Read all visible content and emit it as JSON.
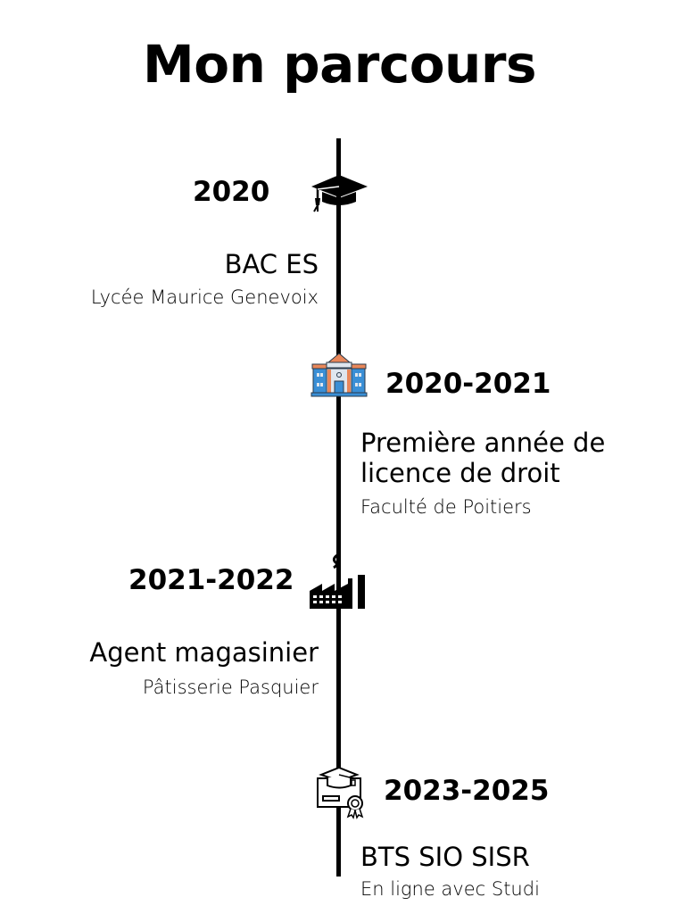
{
  "title": "Mon parcours",
  "events": [
    {
      "year": "2020",
      "title": "BAC ES",
      "place": "Lycée Maurice Genevoix",
      "icon": "graduation-cap-icon",
      "side": "left"
    },
    {
      "year": "2020-2021",
      "title_line1": "Première année de",
      "title_line2": "licence de droit",
      "place": "Faculté de Poitiers",
      "icon": "university-building-icon",
      "side": "right"
    },
    {
      "year": "2021-2022",
      "title": "Agent magasinier",
      "place": "Pâtisserie Pasquier",
      "icon": "factory-icon",
      "side": "left"
    },
    {
      "year": "2023-2025",
      "title": "BTS SIO SISR",
      "place": "En ligne avec Studi",
      "icon": "diploma-certificate-icon",
      "side": "right"
    }
  ],
  "colors": {
    "line": "#000000",
    "building_blue": "#3a8fd6",
    "building_roof": "#e8875a",
    "building_outline": "#2b3a4a"
  }
}
